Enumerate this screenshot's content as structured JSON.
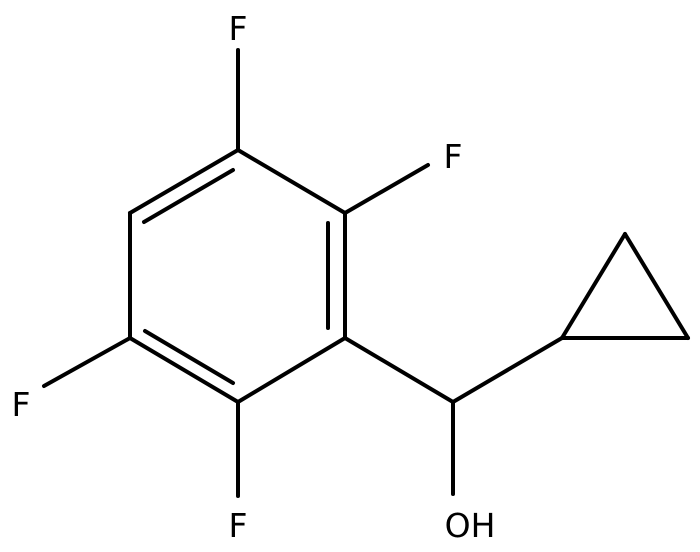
{
  "molecule": {
    "atoms": {
      "f_top": "F",
      "f_upper_right": "F",
      "f_left": "F",
      "f_bottom": "F",
      "hydroxyl": "OH"
    }
  }
}
